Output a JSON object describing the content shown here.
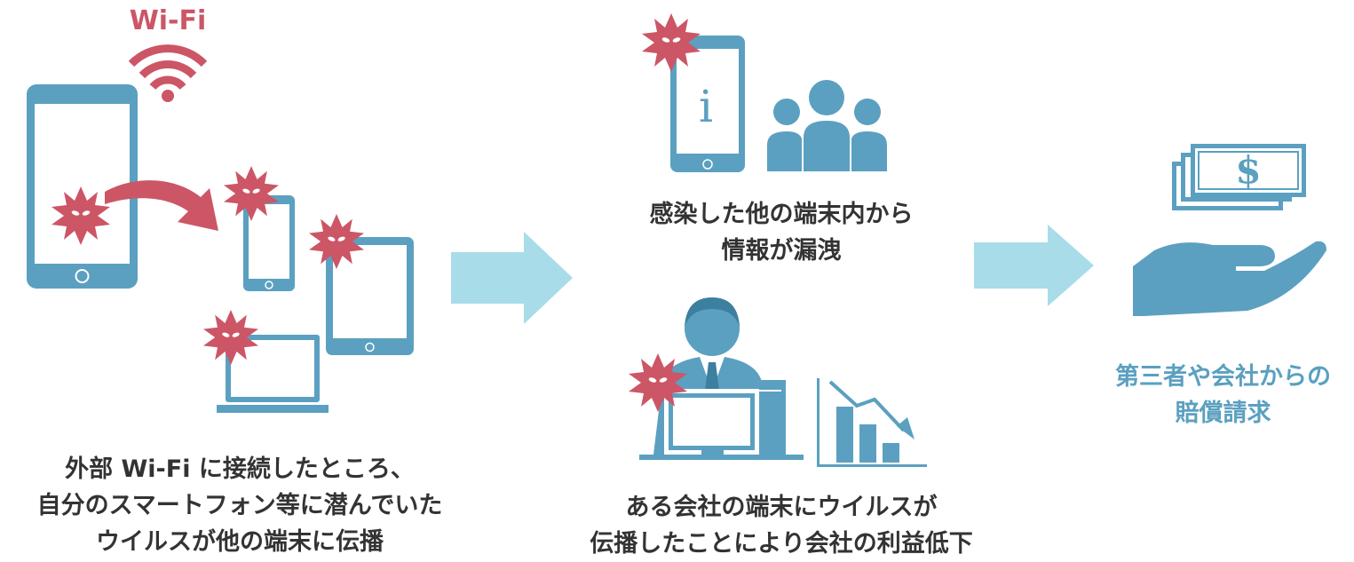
{
  "colors": {
    "device_blue": "#5ba0c0",
    "virus_red": "#cc5666",
    "arrow_light_blue": "#a8dce9",
    "text_dark": "#333333",
    "text_blue": "#5ba0c0"
  },
  "icons": [
    "smartphone-icon",
    "wifi-icon",
    "virus-icon",
    "tablet-icon",
    "laptop-icon",
    "people-icon",
    "office-worker-icon",
    "desktop-computer-icon",
    "declining-chart-icon",
    "money-stack-icon",
    "hand-icon"
  ],
  "wifi_label": "Wi-Fi",
  "info_symbol": "i",
  "money_symbol": "$",
  "step1": {
    "caption_lines": [
      "外部 Wi-Fi に接続したところ、",
      "自分のスマートフォン等に潜んでいた",
      "ウイルスが他の端末に伝播"
    ]
  },
  "step2": {
    "top_caption_lines": [
      "感染した他の端末内から",
      "情報が漏洩"
    ],
    "bottom_caption_lines": [
      "ある会社の端末にウイルスが",
      "伝播したことにより会社の利益低下"
    ]
  },
  "step3": {
    "caption_lines": [
      "第三者や会社からの",
      "賠償請求"
    ]
  }
}
